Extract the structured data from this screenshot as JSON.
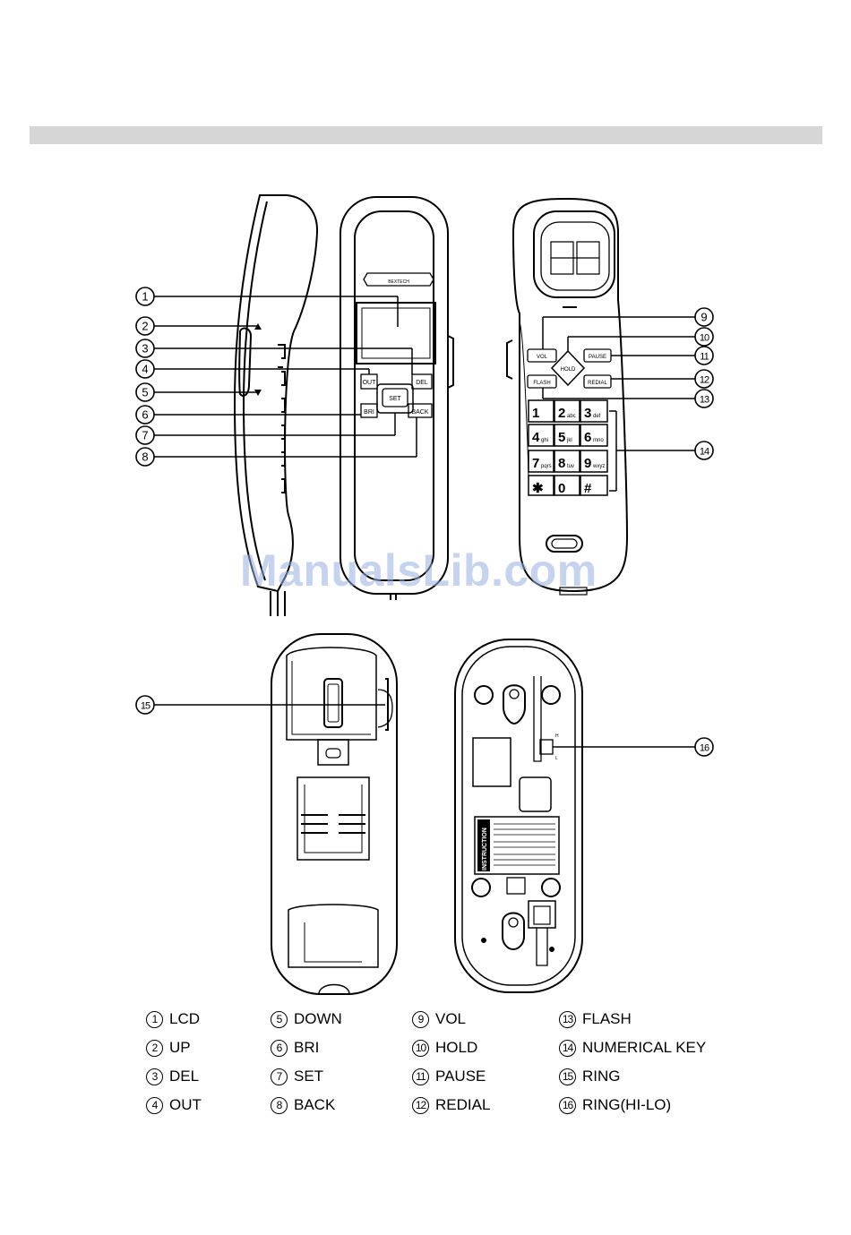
{
  "brand_label": "BEXTECH",
  "watermark": "ManualsLib.com",
  "buttons": {
    "out": "OUT",
    "del": "DEL",
    "set": "SET",
    "bri": "BRI",
    "back": "BACK",
    "vol": "VOL",
    "pause": "PAUSE",
    "hold": "HOLD",
    "redial": "REDIAL",
    "flash": "FLASH"
  },
  "keypad": [
    {
      "digit": "1",
      "letters": ""
    },
    {
      "digit": "2",
      "letters": "abc"
    },
    {
      "digit": "3",
      "letters": "def"
    },
    {
      "digit": "4",
      "letters": "ghi"
    },
    {
      "digit": "5",
      "letters": "jkl"
    },
    {
      "digit": "6",
      "letters": "mno"
    },
    {
      "digit": "7",
      "letters": "pqrs"
    },
    {
      "digit": "8",
      "letters": "tuv"
    },
    {
      "digit": "9",
      "letters": "wxyz"
    },
    {
      "digit": "✱",
      "letters": ""
    },
    {
      "digit": "0",
      "letters": ""
    },
    {
      "digit": "#",
      "letters": ""
    }
  ],
  "callouts": [
    "1",
    "2",
    "3",
    "4",
    "5",
    "6",
    "7",
    "8",
    "9",
    "10",
    "11",
    "12",
    "13",
    "14",
    "15",
    "16"
  ],
  "legend": [
    {
      "num": "1",
      "label": "LCD"
    },
    {
      "num": "2",
      "label": "UP"
    },
    {
      "num": "3",
      "label": "DEL"
    },
    {
      "num": "4",
      "label": "OUT"
    },
    {
      "num": "5",
      "label": "DOWN"
    },
    {
      "num": "6",
      "label": "BRI"
    },
    {
      "num": "7",
      "label": "SET"
    },
    {
      "num": "8",
      "label": "BACK"
    },
    {
      "num": "9",
      "label": "VOL"
    },
    {
      "num": "10",
      "label": "HOLD"
    },
    {
      "num": "11",
      "label": "PAUSE"
    },
    {
      "num": "12",
      "label": "REDIAL"
    },
    {
      "num": "13",
      "label": "FLASH"
    },
    {
      "num": "14",
      "label": "NUMERICAL KEY"
    },
    {
      "num": "15",
      "label": "RING"
    },
    {
      "num": "16",
      "label": "RING(HI-LO)"
    }
  ],
  "instruction_title": "INSTRUCTION",
  "switch_labels": {
    "hi": "H",
    "lo": "L"
  }
}
